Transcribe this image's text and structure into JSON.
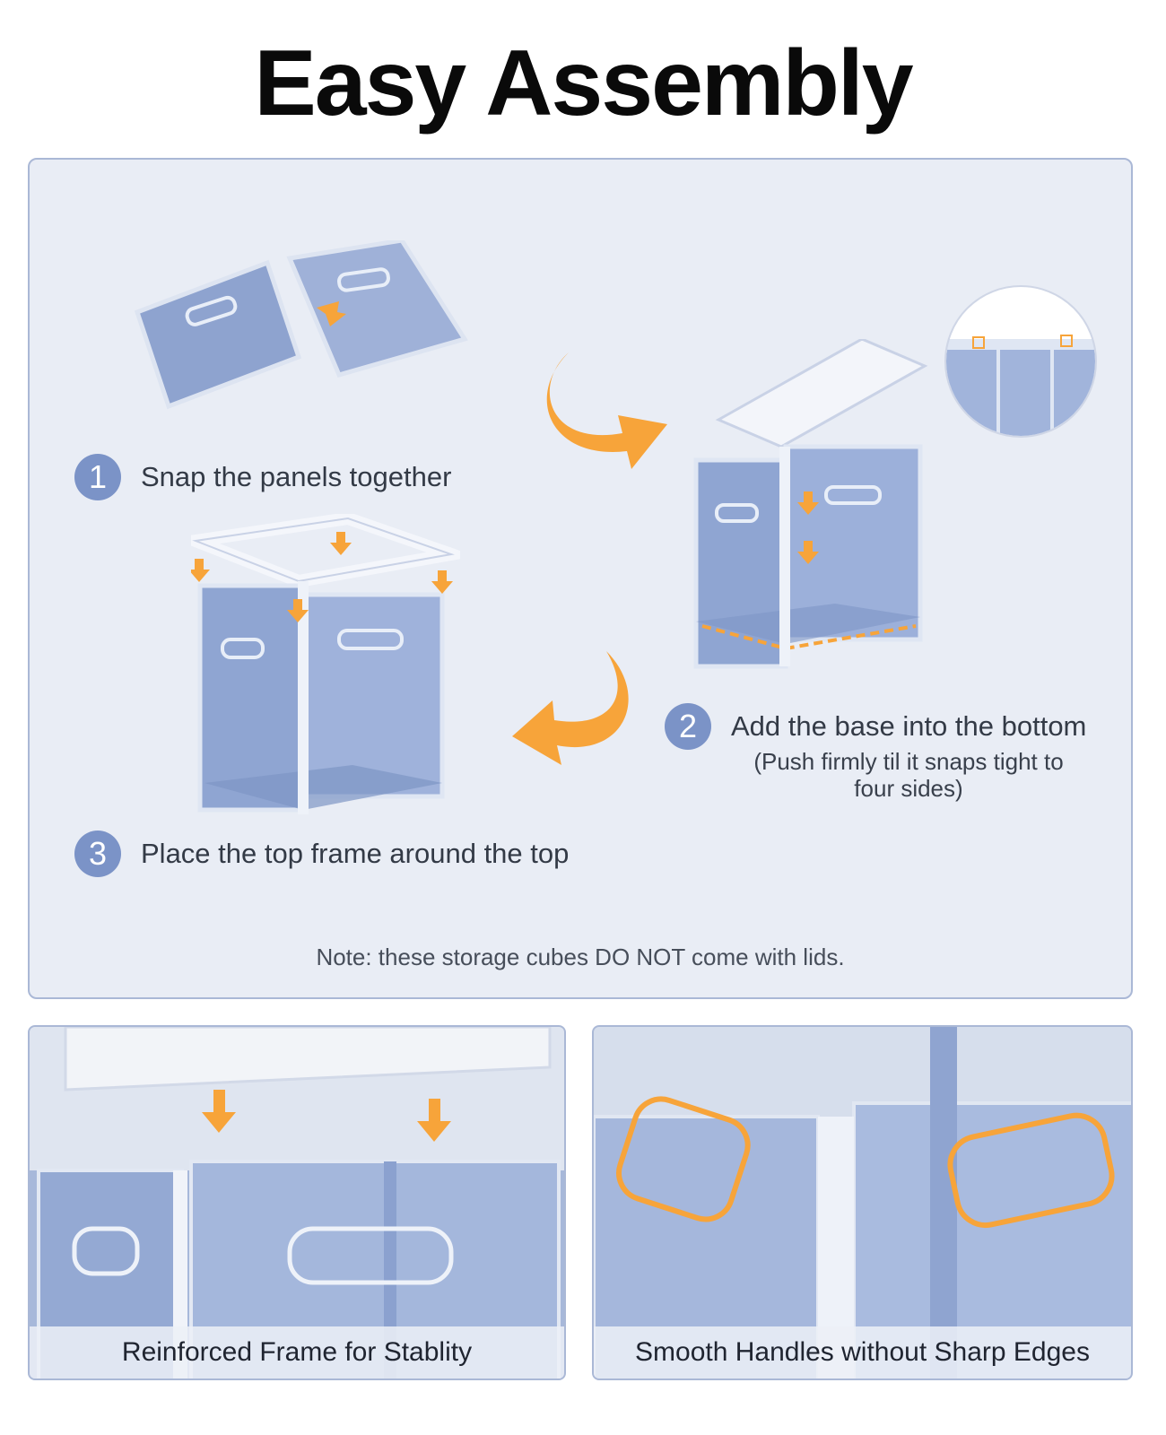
{
  "title": "Easy Assembly",
  "steps": [
    {
      "number": "1",
      "text": "Snap the panels together"
    },
    {
      "number": "2",
      "text": "Add the base into the bottom",
      "sub_line1": "(Push firmly til it snaps tight to",
      "sub_line2": "four sides)"
    },
    {
      "number": "3",
      "text": "Place the top frame around the top"
    }
  ],
  "note": "Note: these storage cubes DO NOT come with lids.",
  "features": [
    {
      "caption": "Reinforced Frame for Stablity"
    },
    {
      "caption": "Smooth Handles without Sharp Edges"
    }
  ],
  "colors": {
    "accent": "#f7a43a",
    "badge": "#7b93c7",
    "panel_bg": "#e9edf5",
    "panel_border": "#aab8d6"
  },
  "icons": [
    "curved-arrow-icon",
    "down-arrow-icon"
  ]
}
